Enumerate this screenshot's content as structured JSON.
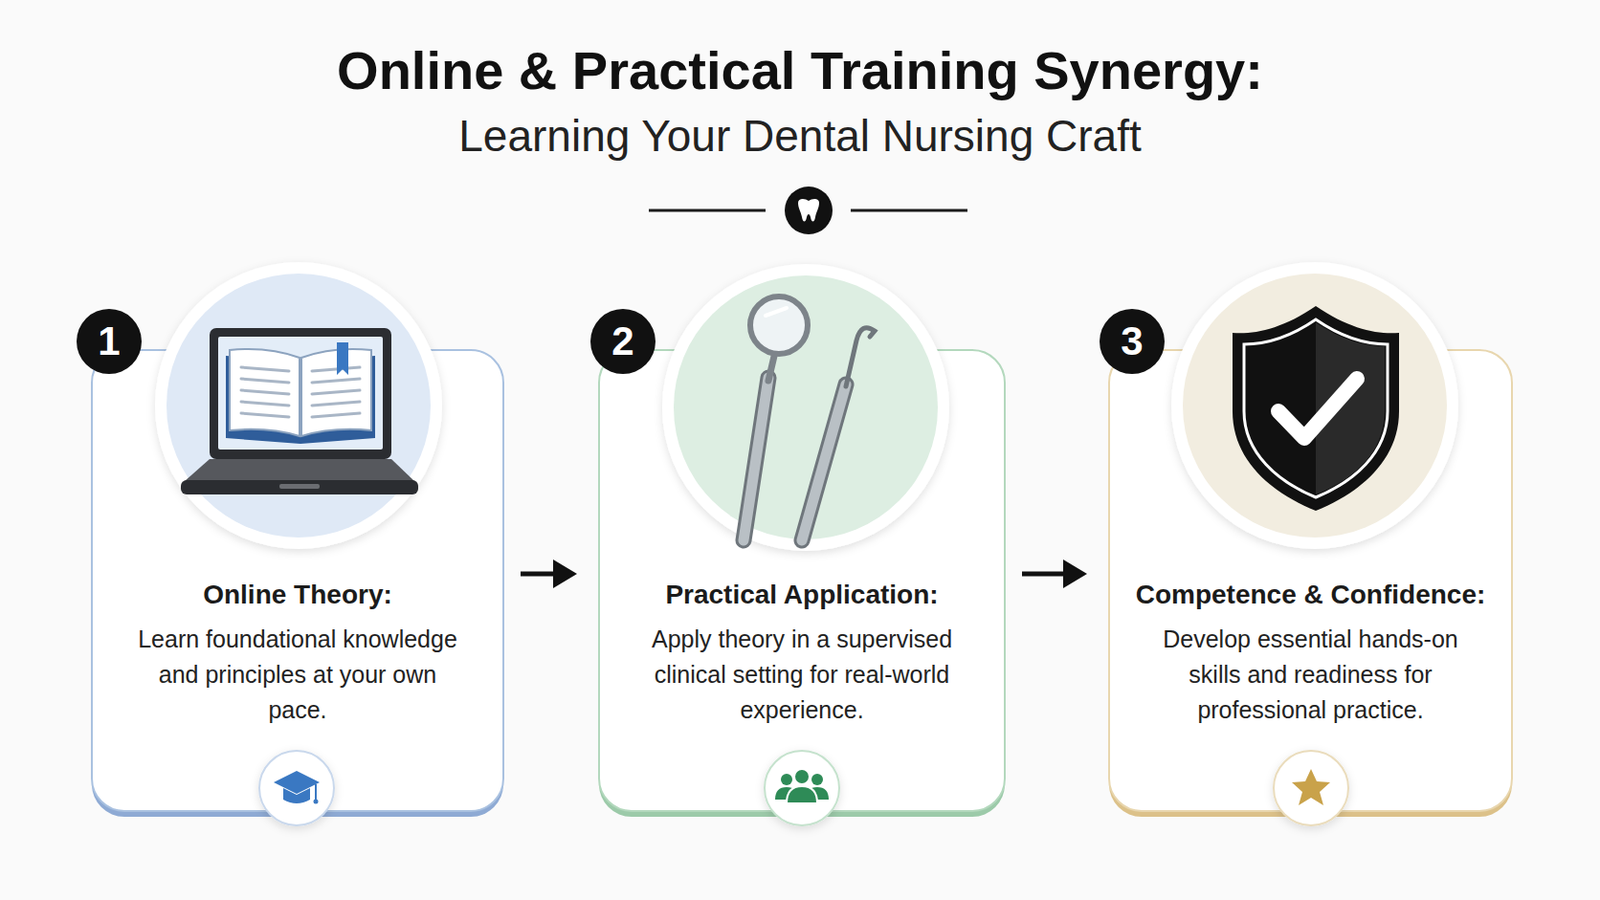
{
  "diagram": {
    "title": "Online & Practical Training Synergy:",
    "nodes": [
      {
        "text": [
          "1"
        ]
      },
      {
        "text": [
          "Online Theory:",
          "Learn foundational knowledge and principles at your own pace."
        ]
      },
      {
        "text": [
          "2"
        ]
      },
      {
        "text": [
          "Practical Application:",
          "Apply theory in a supervised clinical setting for real-world experience."
        ]
      },
      {
        "text": [
          "3"
        ]
      },
      {
        "text": [
          "Competence & Confidence:",
          "Develop essential hands-on skills and readiness for professional practice."
        ]
      }
    ],
    "edges": [
      {
        "from": 1,
        "to": 3,
        "arrow": "to"
      },
      {
        "from": 3,
        "to": 5,
        "arrow": "to"
      }
    ],
    "labels": [
      "Learning Your Dental Nursing Craft"
    ]
  }
}
